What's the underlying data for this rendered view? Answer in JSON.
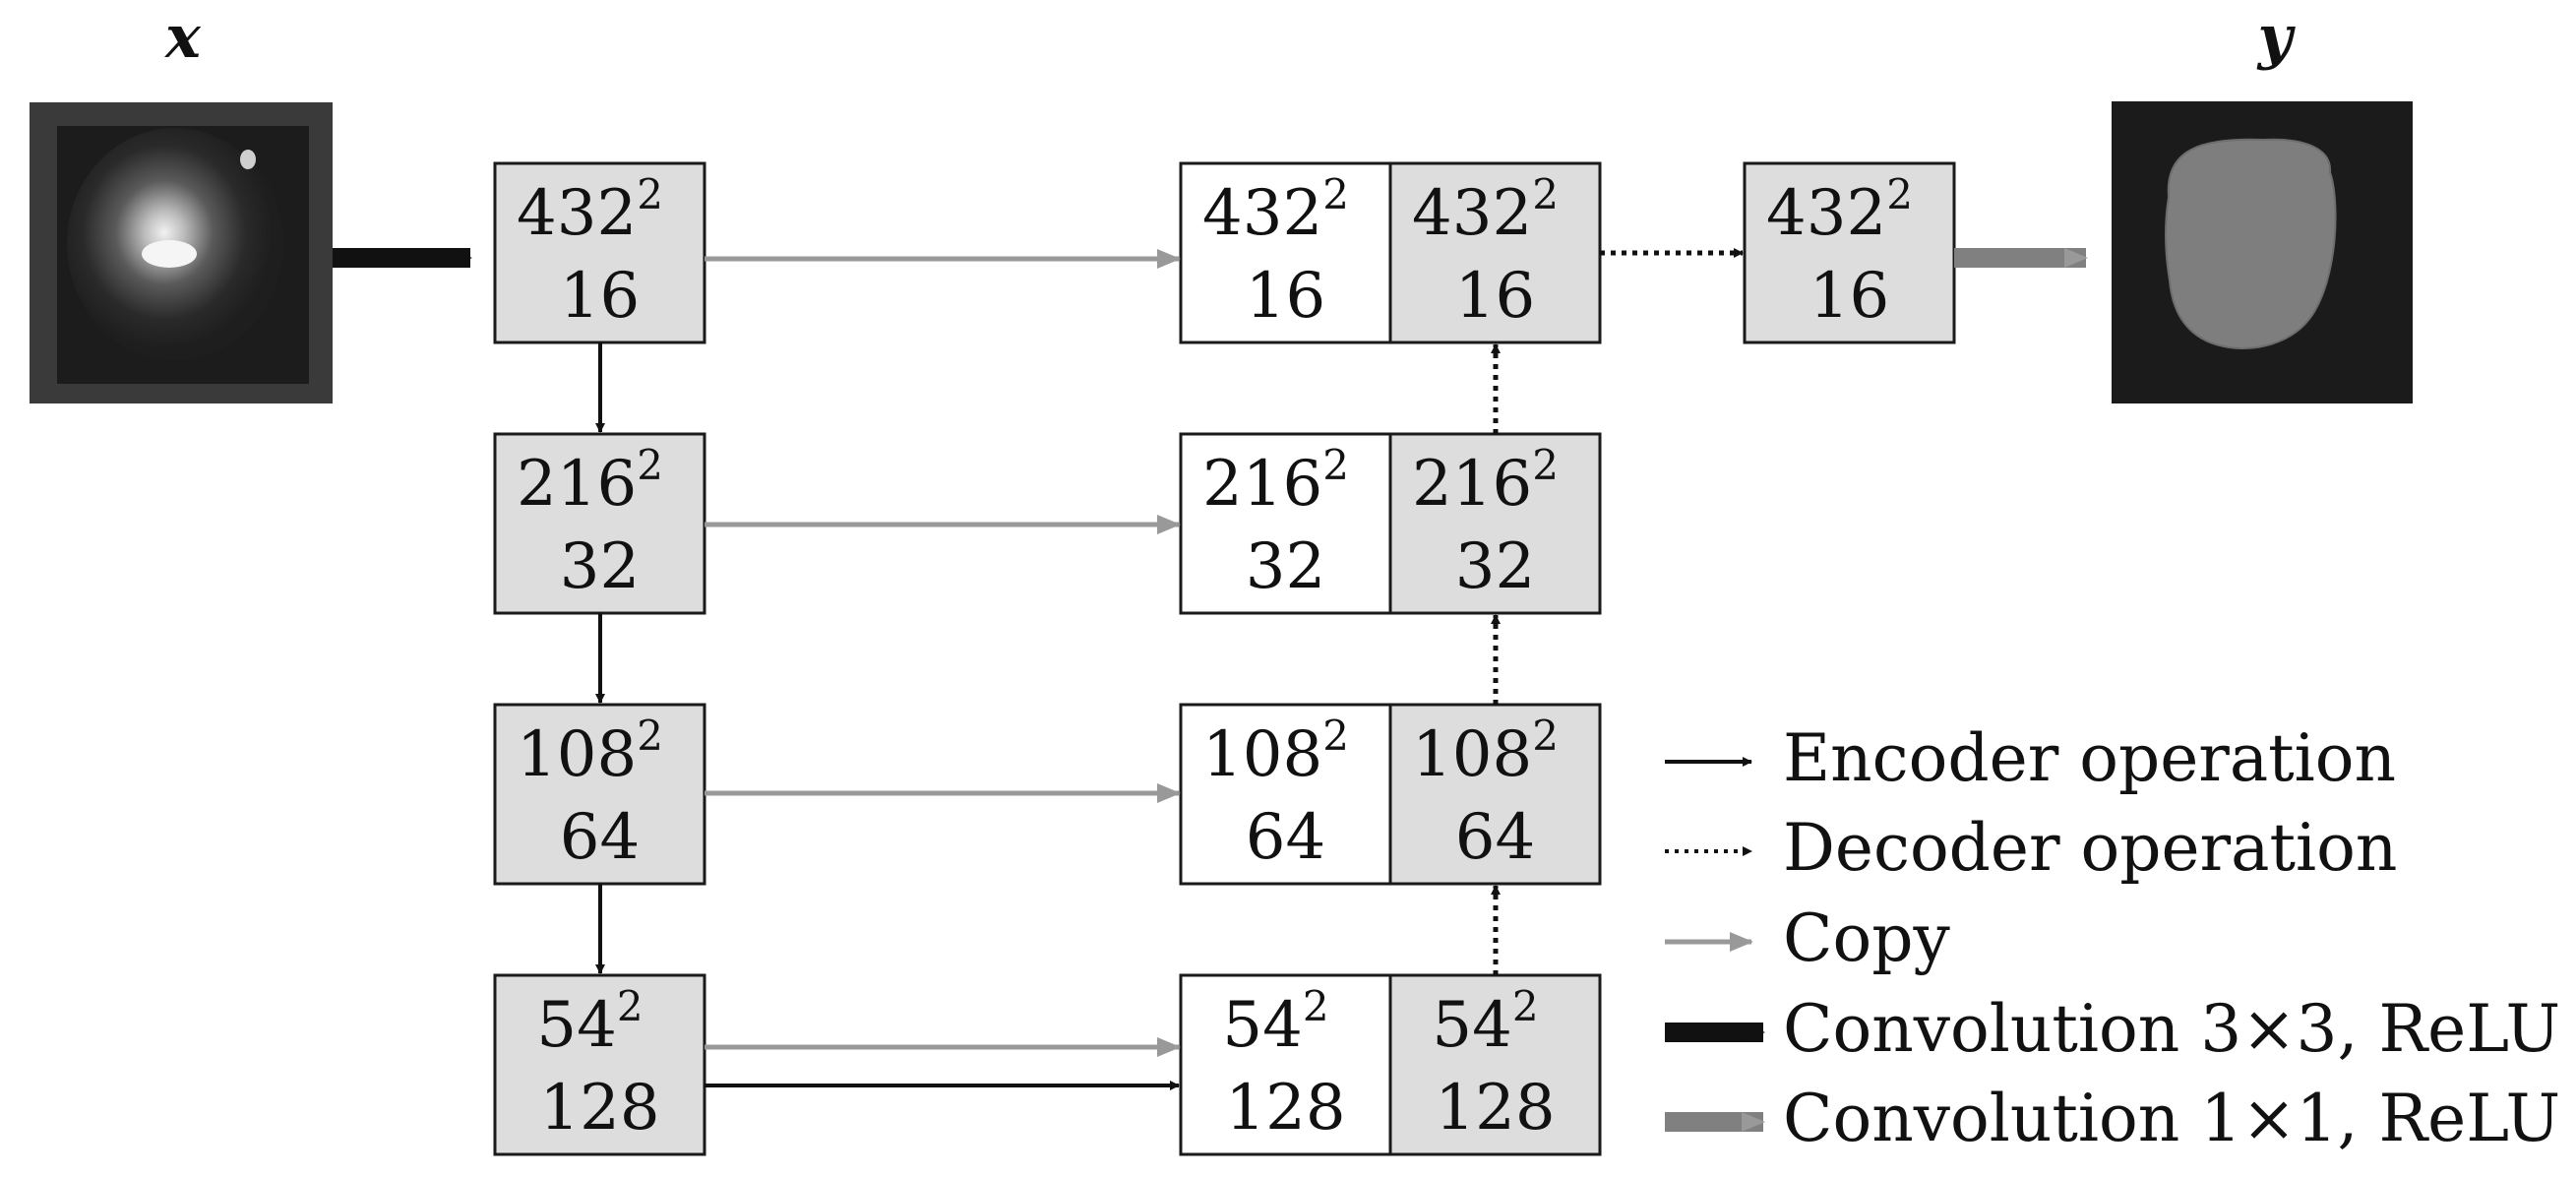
{
  "input_label": "x",
  "output_label": "y",
  "encoder_blocks": [
    {
      "size": "432",
      "exp": "2",
      "channels": "16"
    },
    {
      "size": "216",
      "exp": "2",
      "channels": "32"
    },
    {
      "size": "108",
      "exp": "2",
      "channels": "64"
    },
    {
      "size": "54",
      "exp": "2",
      "channels": "128"
    }
  ],
  "copy_blocks": [
    {
      "size": "432",
      "exp": "2",
      "channels": "16"
    },
    {
      "size": "216",
      "exp": "2",
      "channels": "32"
    },
    {
      "size": "108",
      "exp": "2",
      "channels": "64"
    },
    {
      "size": "54",
      "exp": "2",
      "channels": "128"
    }
  ],
  "decoder_blocks": [
    {
      "size": "432",
      "exp": "2",
      "channels": "16"
    },
    {
      "size": "216",
      "exp": "2",
      "channels": "32"
    },
    {
      "size": "108",
      "exp": "2",
      "channels": "64"
    },
    {
      "size": "54",
      "exp": "2",
      "channels": "128"
    }
  ],
  "final_block": {
    "size": "432",
    "exp": "2",
    "channels": "16"
  },
  "legend": [
    {
      "label": "Encoder operation",
      "style": "encoder"
    },
    {
      "label": "Decoder operation",
      "style": "decoder"
    },
    {
      "label": "Copy",
      "style": "copy"
    },
    {
      "label": "Convolution 3×3, ReLU",
      "style": "conv3"
    },
    {
      "label": "Convolution 1×1, ReLU",
      "style": "conv1"
    }
  ],
  "colors": {
    "block_fill": "#dddddd",
    "copy_arrow": "#999999",
    "conv1_arrow": "#808080",
    "dark": "#111111"
  }
}
